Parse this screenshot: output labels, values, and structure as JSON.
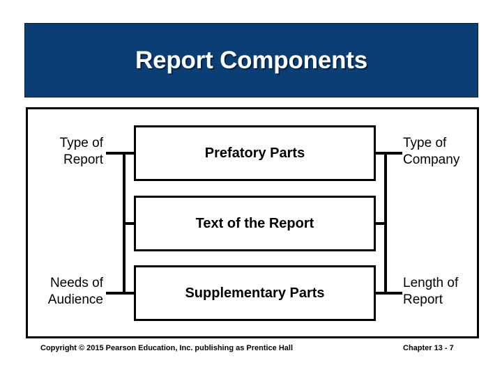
{
  "slide": {
    "title": "Report Components",
    "theme": {
      "banner_background": "#0A3E75",
      "banner_text_color": "#FFFFFF",
      "line_color": "#000000",
      "page_background": "#FFFFFF"
    }
  },
  "diagram": {
    "stages": [
      {
        "label": "Prefatory Parts"
      },
      {
        "label": "Text of the Report"
      },
      {
        "label": "Supplementary Parts"
      }
    ],
    "left_factors": [
      {
        "label": "Type of\nReport"
      },
      {
        "label": "Needs of\nAudience"
      }
    ],
    "right_factors": [
      {
        "label": "Type of\nCompany"
      },
      {
        "label": "Length of\nReport"
      }
    ]
  },
  "footer": {
    "copyright": "Copyright © 2015 Pearson Education, Inc. publishing as Prentice Hall",
    "chapter": "Chapter 13 - 7"
  }
}
